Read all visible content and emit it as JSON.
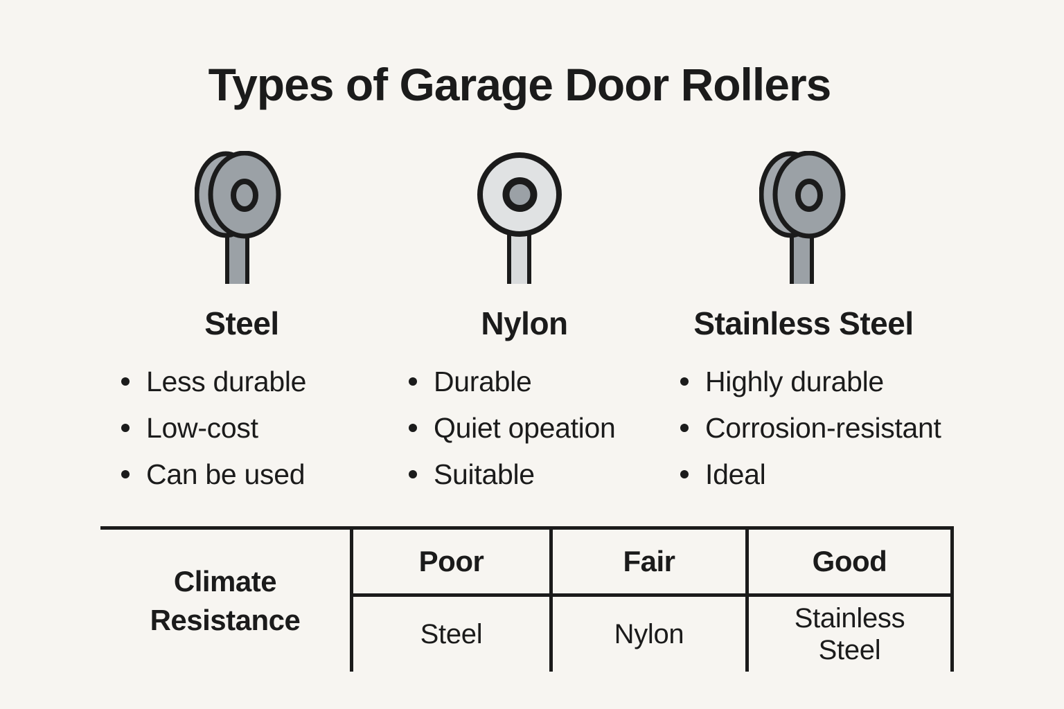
{
  "title": "Types of Garage Door Rollers",
  "colors": {
    "background": "#f7f5f1",
    "ink": "#1b1b1b",
    "steel_gray": "#9ba1a6",
    "nylon_light_gray": "#e0e2e3",
    "hub_gray": "#9ba1a6"
  },
  "roller_types": [
    {
      "name": "Steel",
      "icon": "steel-roller-icon",
      "bullets": [
        "Less durable",
        "Low-cost",
        "Can be used"
      ]
    },
    {
      "name": "Nylon",
      "icon": "nylon-roller-icon",
      "bullets": [
        "Durable",
        "Quiet opeation",
        "Suitable"
      ]
    },
    {
      "name": "Stainless Steel",
      "icon": "stainless-steel-roller-icon",
      "bullets": [
        "Highly durable",
        "Corrosion-resistant",
        "Ideal"
      ]
    }
  ],
  "comparison_table": {
    "row_header": "Climate Resistance",
    "columns": [
      {
        "rating": "Poor",
        "material": "Steel"
      },
      {
        "rating": "Fair",
        "material": "Nylon"
      },
      {
        "rating": "Good",
        "material": "Stainless Steel"
      }
    ]
  }
}
